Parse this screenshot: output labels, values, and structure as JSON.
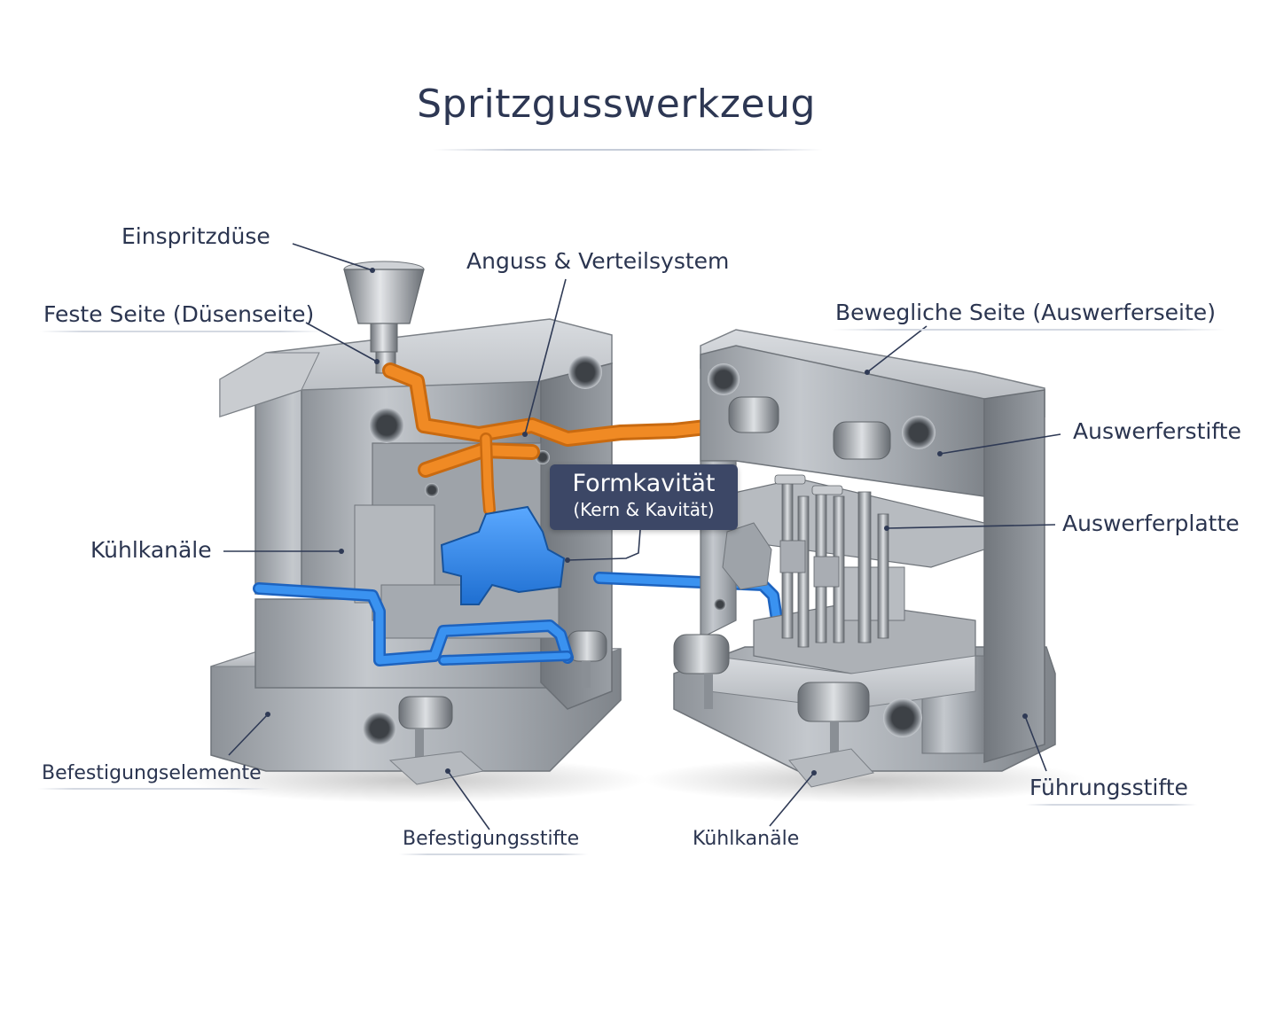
{
  "title": "Spritzgusswerkzeug",
  "labels": {
    "einspritzduese": "Einspritzdüse",
    "anguss": "Anguss & Verteilsystem",
    "feste_seite": "Feste Seite (Düsenseite)",
    "bewegliche_seite": "Bewegliche Seite (Auswerferseite)",
    "auswerferstifte": "Auswerferstifte",
    "auswerferplatte": "Auswerferplatte",
    "kuehlkanaele_left": "Kühlkanäle",
    "kuehlkanaele_bottom": "Kühlkanäle",
    "befestigungselemente": "Befestigungselemente",
    "befestigungsstifte": "Befestigungsstifte",
    "fuehrungsstifte": "Führungsstifte"
  },
  "callout": {
    "line1": "Formkavität",
    "line2": "(Kern & Kavität)"
  },
  "colors": {
    "steel": "#a9adb3",
    "runner": "#f08a24",
    "cooling": "#2f86e6",
    "label_text": "#2b3550",
    "callout_bg": "#3c4766"
  }
}
